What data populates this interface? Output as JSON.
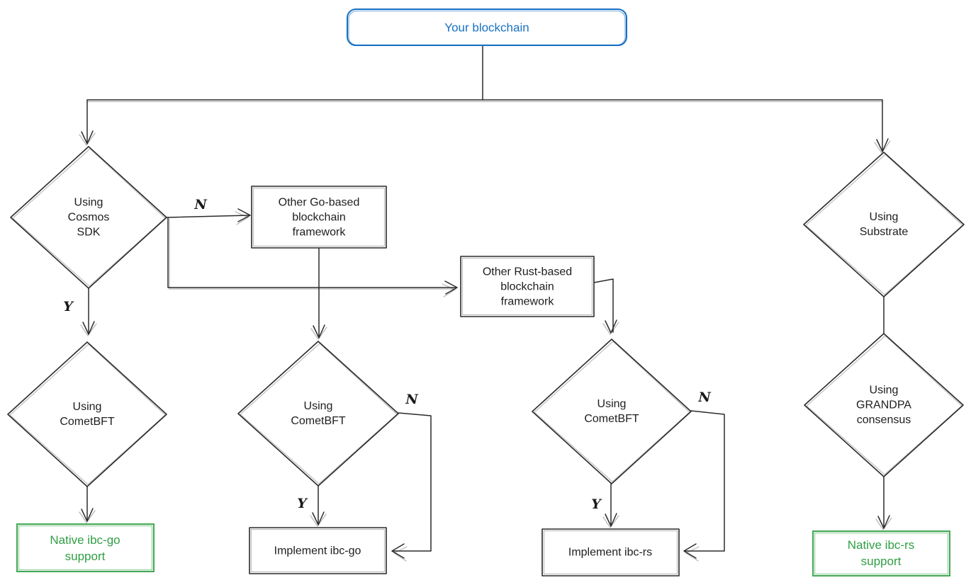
{
  "diagram": {
    "title_node": "Your blockchain",
    "nodes": {
      "your_blockchain": "Your blockchain",
      "using_cosmos_sdk": "Using\nCosmos\nSDK",
      "other_go_framework": "Other Go-based\nblockchain\nframework",
      "other_rust_framework": "Other Rust-based\nblockchain\nframework",
      "using_cometbft_left": "Using\nCometBFT",
      "using_cometbft_mid": "Using\nCometBFT",
      "using_cometbft_right": "Using\nCometBFT",
      "using_substrate": "Using\nSubstrate",
      "using_grandpa": "Using\nGRANDPA\nconsensus",
      "native_ibc_go": "Native ibc-go\nsupport",
      "implement_ibc_go": "Implement ibc-go",
      "implement_ibc_rs": "Implement ibc-rs",
      "native_ibc_rs": "Native ibc-rs\nsupport"
    },
    "edge_labels": {
      "cosmos_yes": "Y",
      "cosmos_no": "N",
      "cometbft_mid_yes": "Y",
      "cometbft_mid_no": "N",
      "cometbft_right_yes": "Y",
      "cometbft_right_no": "N"
    },
    "colors": {
      "ink": "#2b2b2b",
      "accent_blue": "#1971c2",
      "accent_green": "#2f9e44"
    }
  }
}
